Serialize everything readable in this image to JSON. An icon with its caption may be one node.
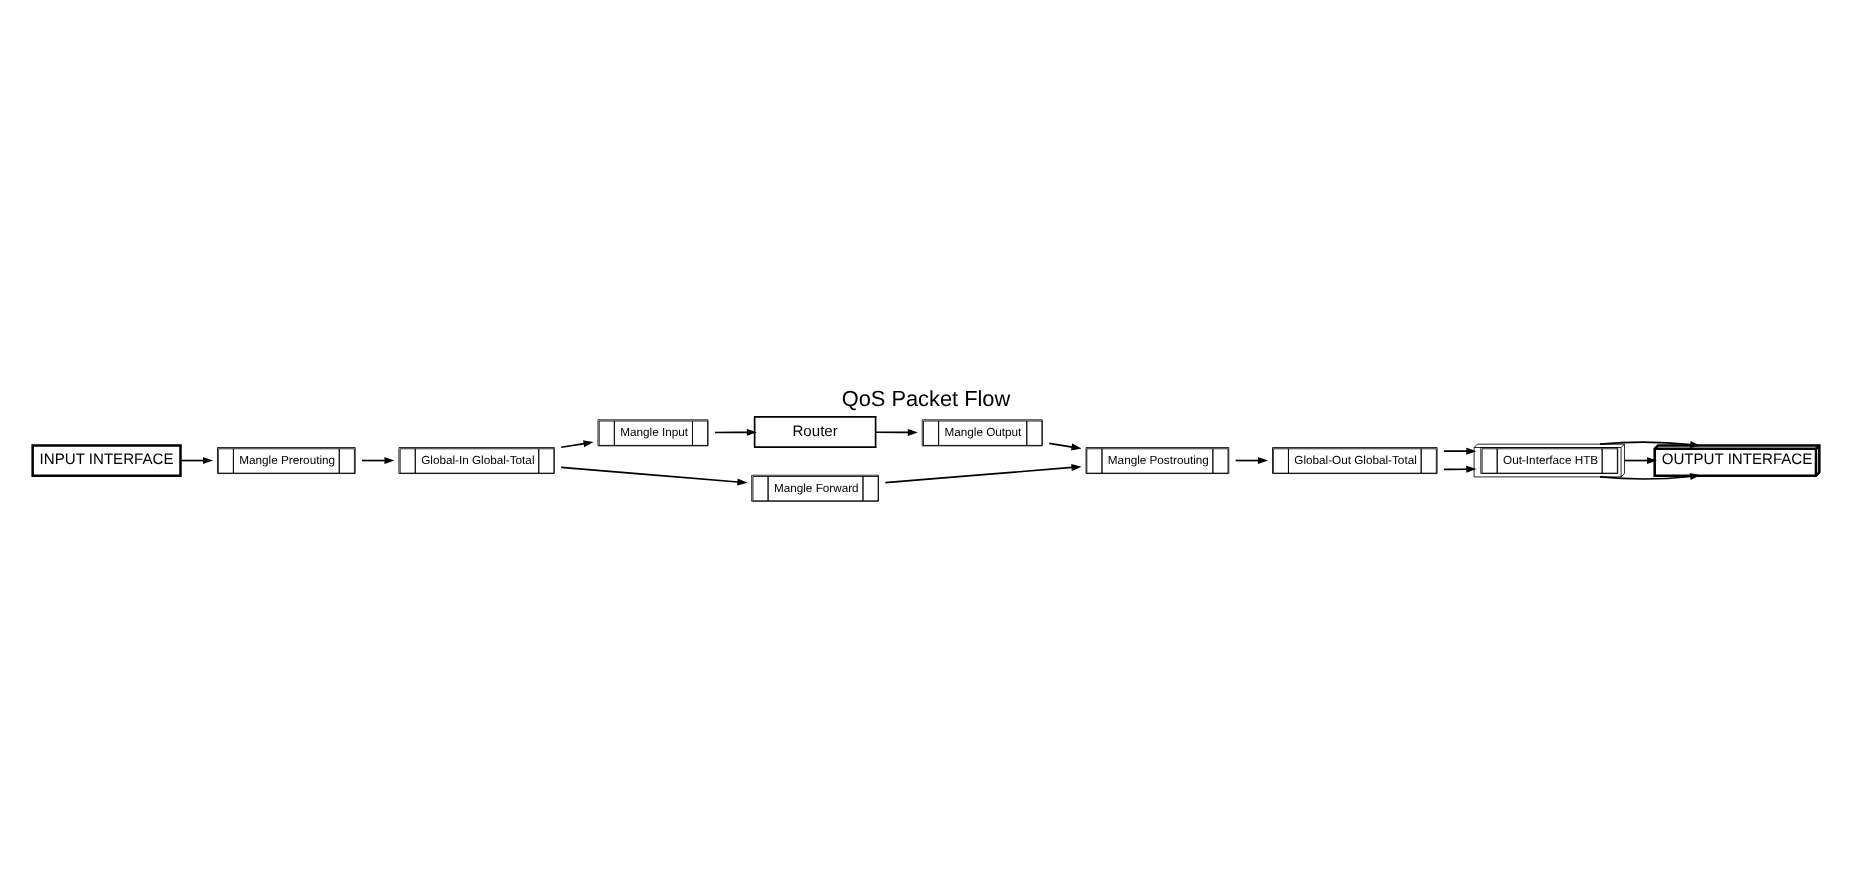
{
  "diagram": {
    "title": "QoS Packet Flow",
    "nodes": [
      {
        "text": [
          "INPUT INTERFACE"
        ]
      },
      {
        "text": [
          "OUTPUT INTERFACE"
        ]
      },
      {
        "text": [
          "Router"
        ]
      },
      {
        "text": [
          "Mangle Prerouting"
        ]
      },
      {
        "text": [
          "Out-Interface HTB"
        ]
      },
      {
        "text": [
          "Mangle Input"
        ]
      },
      {
        "text": [
          "Mangle Output"
        ]
      },
      {
        "text": [
          "Global-In Global-Total"
        ]
      },
      {
        "text": [
          "Global-Out Global-Total"
        ]
      },
      {
        "text": [
          "Mangle Forward"
        ]
      },
      {
        "text": [
          "Mangle Postrouting"
        ]
      }
    ],
    "edges": [
      {
        "from": 0,
        "to": 3,
        "arrow": "to"
      },
      {
        "from": 3,
        "to": 7,
        "arrow": "to"
      },
      {
        "from": 7,
        "to": 5,
        "arrow": "to"
      },
      {
        "from": 7,
        "to": 9,
        "arrow": "to"
      },
      {
        "from": 5,
        "to": 2,
        "arrow": "to"
      },
      {
        "from": 2,
        "to": 6,
        "arrow": "to"
      },
      {
        "from": 6,
        "to": 10,
        "arrow": "to"
      },
      {
        "from": 9,
        "to": 10,
        "arrow": "to"
      },
      {
        "from": 10,
        "to": 8,
        "arrow": "to"
      },
      {
        "from": 8,
        "to": 4,
        "arrow": "to"
      },
      {
        "from": 8,
        "to": 4,
        "arrow": "to"
      },
      {
        "from": 4,
        "to": 1,
        "arrow": "to"
      },
      {
        "from": 4,
        "to": 1,
        "arrow": "to"
      },
      {
        "from": 4,
        "to": 1,
        "arrow": "to"
      }
    ]
  }
}
